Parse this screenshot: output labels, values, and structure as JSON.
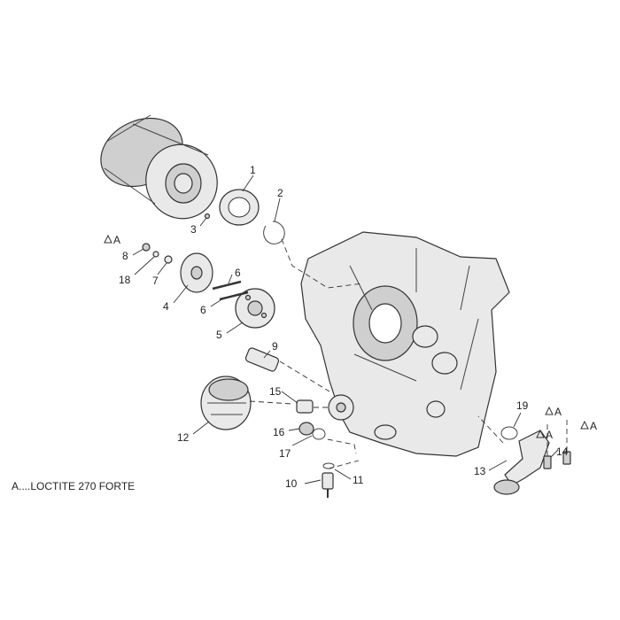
{
  "diagram": {
    "note": "A....LOCTITE 270 FORTE",
    "callouts": {
      "c1": "1",
      "c2": "2",
      "c3": "3",
      "c4": "4",
      "c5": "5",
      "c6a": "6",
      "c6b": "6",
      "c7": "7",
      "c8": "8",
      "c9": "9",
      "c10": "10",
      "c11": "11",
      "c12": "12",
      "c13": "13",
      "c14": "14",
      "c15": "15",
      "c16": "16",
      "c17": "17",
      "c18": "18",
      "c19": "19"
    },
    "loctite_marks": {
      "m8": "A",
      "m14a": "A",
      "m14b": "A",
      "m14c": "A"
    }
  }
}
